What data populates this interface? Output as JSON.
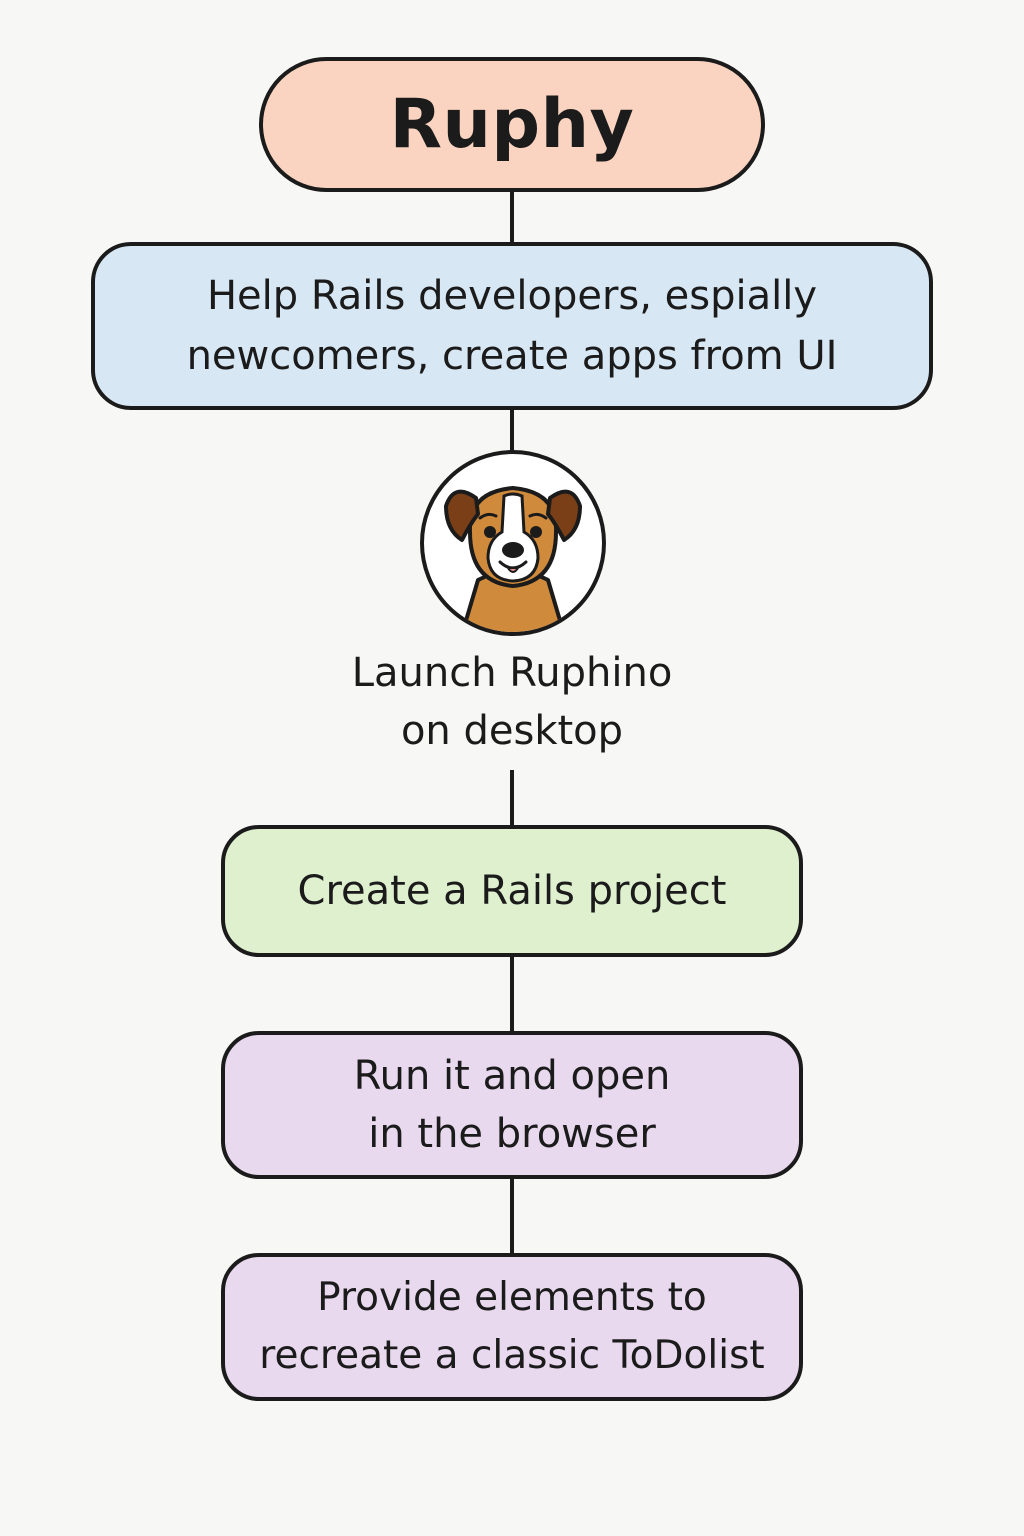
{
  "title": "Ruphy",
  "goal": "Help Rails developers, espially\nnewcomers, create apps from UI",
  "launch_step": "Launch Ruphino\non desktop",
  "steps": [
    "Create a Rails project",
    "Run it and open\nin the browser",
    "Provide elements to\nrecreate a classic ToDolist"
  ],
  "colors": {
    "title_fill": "#fad4c0",
    "goal_fill": "#d7e7f4",
    "create_fill": "#dff0cf",
    "run_fill": "#e9d9ef",
    "provide_fill": "#e9d9ef",
    "outline": "#1b1b1b",
    "background": "#f7f7f5"
  },
  "icons": {
    "avatar": "dog-mascot-icon"
  }
}
